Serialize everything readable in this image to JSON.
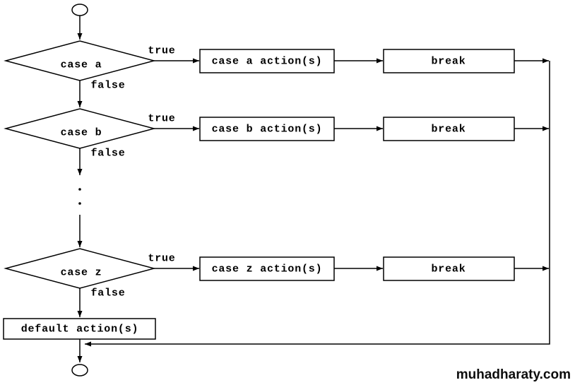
{
  "flowchart": {
    "colors": {
      "line": "#000000",
      "background": "#ffffff",
      "text": "#000000",
      "watermark": "#0d0d0d"
    },
    "branch_labels": {
      "true_label": "true",
      "false_label": "false"
    },
    "rows": [
      {
        "condition": "case a",
        "action": "case a action(s)",
        "break_label": "break"
      },
      {
        "condition": "case b",
        "action": "case b action(s)",
        "break_label": "break"
      },
      {
        "condition": "case z",
        "action": "case z action(s)",
        "break_label": "break"
      }
    ],
    "ellipsis_dot_count": 2,
    "default_action": "default action(s)",
    "watermark": "muhadharaty.com"
  }
}
